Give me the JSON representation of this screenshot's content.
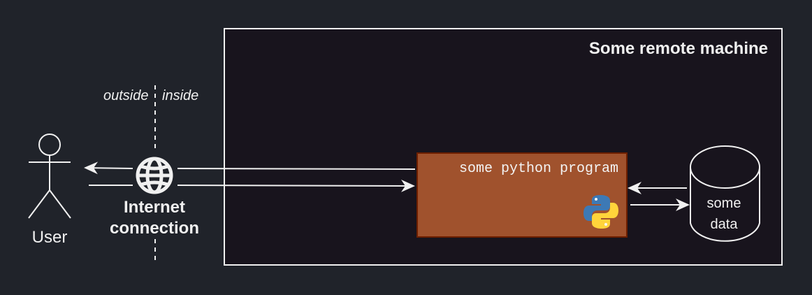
{
  "remote": {
    "title": "Some remote machine"
  },
  "boundary": {
    "outside": "outside",
    "inside": "inside"
  },
  "user": {
    "label": "User"
  },
  "internet": {
    "line1": "Internet",
    "line2": "connection"
  },
  "program": {
    "label": "some python program",
    "icon": "python-logo-icon"
  },
  "datastore": {
    "line1": "some",
    "line2": "data",
    "icon": "database-cylinder-icon"
  },
  "colors": {
    "background": "#20232a",
    "remote_fill": "#18141d",
    "program_fill": "#a0522d",
    "stroke": "#f0f0f0"
  }
}
